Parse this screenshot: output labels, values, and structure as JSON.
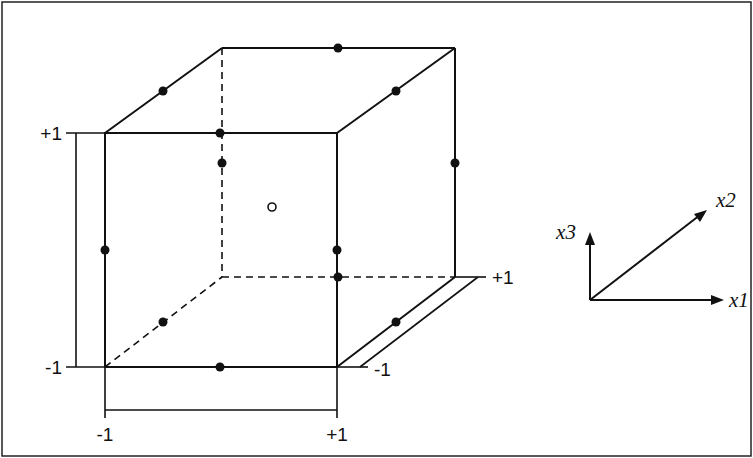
{
  "diagram": {
    "labels": [
      "+1",
      "-1",
      "-1",
      "+1",
      "+1",
      "-1",
      "x3",
      "x2",
      "x1"
    ]
  }
}
